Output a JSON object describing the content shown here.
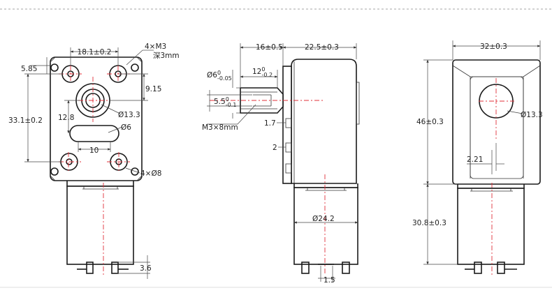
{
  "front": {
    "width_dim": "18.1±0.2",
    "thread": "4×M3",
    "thread_depth": "深3mm",
    "offset": "5.85",
    "upper_offset": "9.15",
    "height_dim": "33.1±0.2",
    "shaft_dia": "Ø13.3",
    "slot_offset": "12.8",
    "slot_dia": "Ø6",
    "slot_len": "10",
    "holes": "4×Ø8",
    "terminal": "3.6"
  },
  "side": {
    "shaft_len": "16±0.5",
    "body_len": "22.5±0.3",
    "shaft_dia_base": "Ø6",
    "shaft_dia_sup": "0",
    "shaft_dia_sub": "-0.05",
    "len12_base": "12",
    "len12_sup": "0",
    "len12_sub": "-0.2",
    "flat_base": "5.5",
    "flat_sup": "0",
    "flat_sub": "-0.1",
    "screw": "M3×8mm",
    "d1": "1.7",
    "d2": "2",
    "motor_dia": "Ø24.2",
    "terminal": "1.5"
  },
  "end": {
    "width": "32±0.3",
    "height": "46±0.3",
    "bore": "Ø13.3",
    "offset": "2.21",
    "motor_len": "30.8±0.3"
  }
}
